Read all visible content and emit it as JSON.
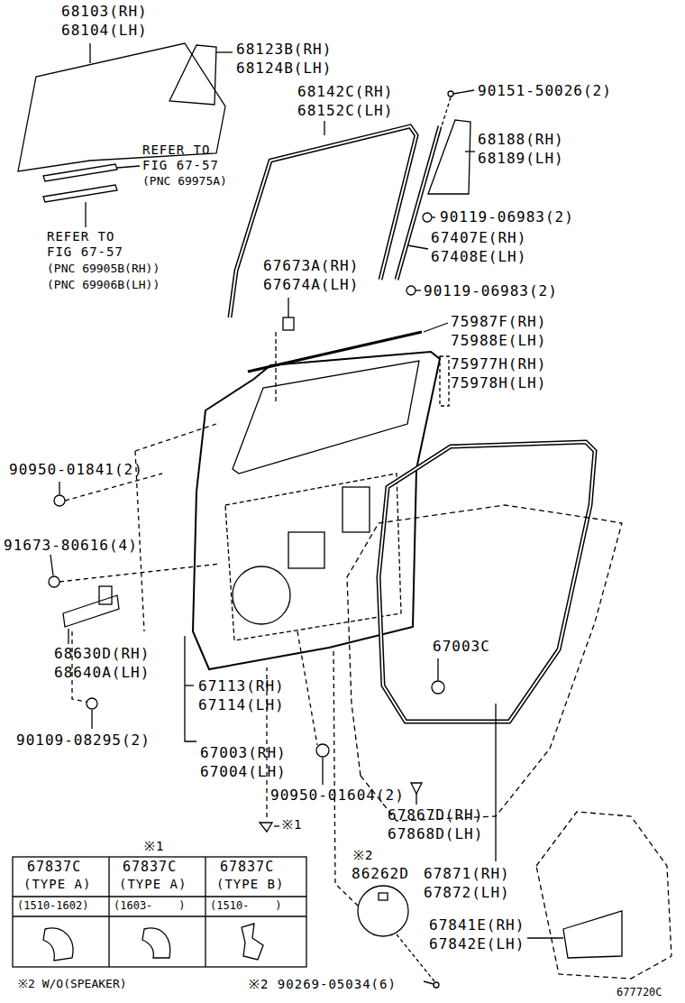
{
  "diagram": {
    "labels": [
      "68103(RH)",
      "68104(LH)",
      "68123B(RH)",
      "68124B(LH)",
      "68142C(RH)",
      "68152C(LH)",
      "90151-50026(2)",
      "REFER TO",
      "FIG 67-57",
      "(PNC 69975A)",
      "68188(RH)",
      "68189(LH)",
      "90119-06983(2)",
      "REFER TO",
      "FIG 67-57",
      "(PNC 69905B(RH))",
      "(PNC 69906B(LH))",
      "67407E(RH)",
      "67408E(LH)",
      "67673A(RH)",
      "67674A(LH)",
      "90119-06983(2)",
      "75987F(RH)",
      "75988E(LH)",
      "75977H(RH)",
      "75978H(LH)",
      "90950-01841(2)",
      "91673-80616(4)",
      "67003C",
      "68630D(RH)",
      "68640A(LH)",
      "67113(RH)",
      "67114(LH)",
      "90109-08295(2)",
      "67003(RH)",
      "67004(LH)",
      "90950-01604(2)",
      "67867D(RH)",
      "67868D(LH)",
      "※1",
      "※1",
      "67837C",
      "67837C",
      "67837C",
      "(TYPE A)",
      "(TYPE A)",
      "(TYPE B)",
      "(1510-1602)",
      "(1603-    )",
      "(1510-    )",
      "※2",
      "86262D",
      "67871(RH)",
      "67872(LH)",
      "67841E(RH)",
      "67842E(LH)",
      "※2 W/O(SPEAKER)",
      "※2 90269-05034(6)",
      "677720C"
    ]
  }
}
